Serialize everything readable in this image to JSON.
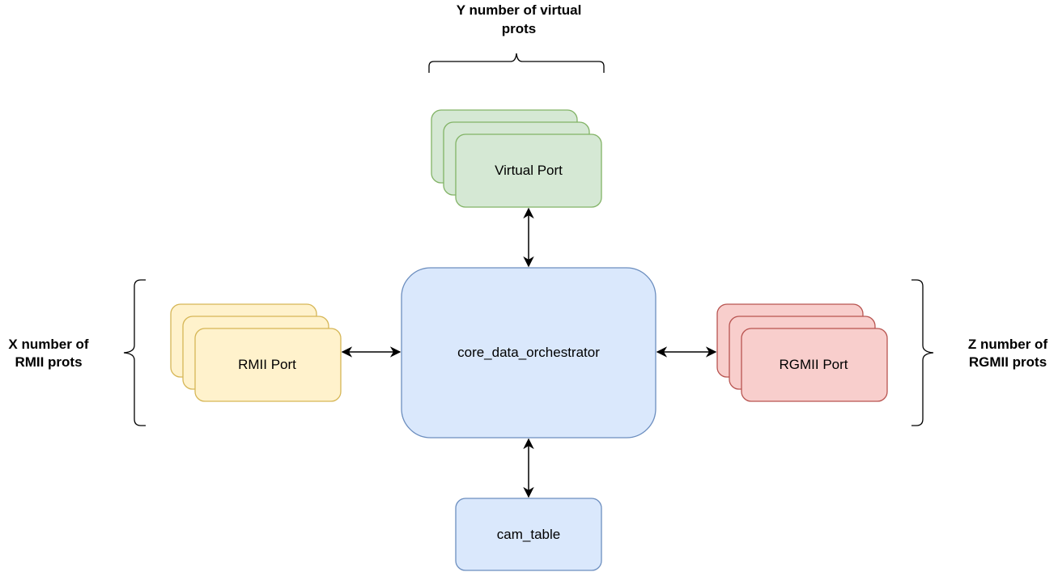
{
  "nodes": {
    "virtual_port": {
      "label": "Virtual Port",
      "fill": "#d5e8d4",
      "stroke": "#82b366"
    },
    "rmii_port": {
      "label": "RMII Port",
      "fill": "#fff2cc",
      "stroke": "#d6b656"
    },
    "core": {
      "label": "core_data_orchestrator",
      "fill": "#dae8fc",
      "stroke": "#6c8ebf"
    },
    "rgmii_port": {
      "label": "RGMII Port",
      "fill": "#f8cecc",
      "stroke": "#b85450"
    },
    "cam_table": {
      "label": "cam_table",
      "fill": "#dae8fc",
      "stroke": "#6c8ebf"
    }
  },
  "groups": {
    "virtual": {
      "line1": "Y number of virtual",
      "line2": "prots"
    },
    "rmii": {
      "line1": "X number of",
      "line2": "RMII prots"
    },
    "rgmii": {
      "line1": "Z number of",
      "line2": "RGMII prots"
    }
  },
  "connections": [
    {
      "from": "core_data_orchestrator",
      "to": "Virtual Port",
      "direction": "bidirectional"
    },
    {
      "from": "core_data_orchestrator",
      "to": "RMII Port",
      "direction": "bidirectional"
    },
    {
      "from": "core_data_orchestrator",
      "to": "RGMII Port",
      "direction": "bidirectional"
    },
    {
      "from": "core_data_orchestrator",
      "to": "cam_table",
      "direction": "bidirectional"
    }
  ]
}
